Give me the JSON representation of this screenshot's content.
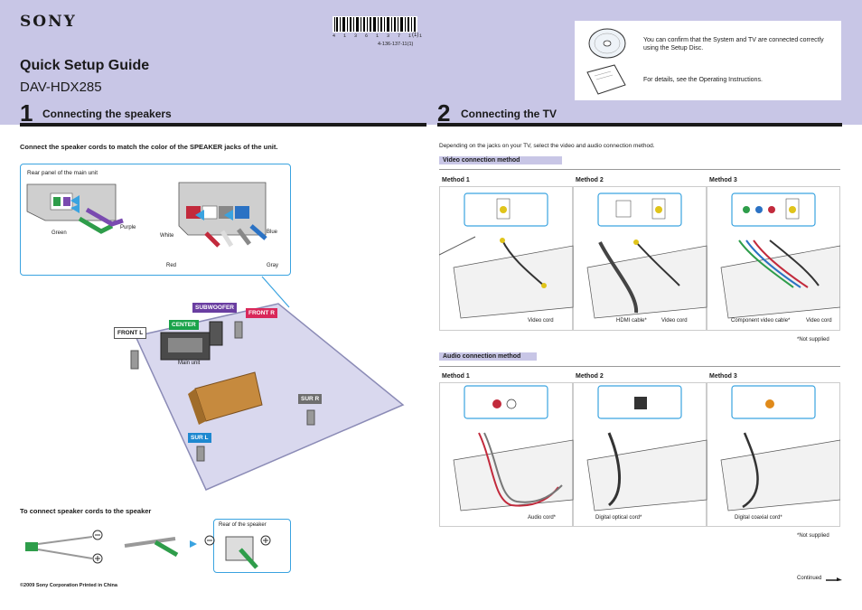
{
  "header": {
    "logo": "SONY",
    "title": "Quick Setup Guide",
    "model": "DAV-HDX285",
    "barcode_digits": "4 1 3 6 1 3 7 1 1",
    "barcode_suffix": "(1)",
    "part_number": "4-136-137-11(1)"
  },
  "info": {
    "disc_text": "You can confirm that the System and TV are connected correctly using the Setup Disc.",
    "manual_text": "For details, see the Operating Instructions."
  },
  "section1": {
    "number": "1",
    "title": "Connecting the speakers",
    "instruction": "Connect the speaker cords to match the color of the SPEAKER jacks of the unit.",
    "panel_label": "Rear panel of the main unit",
    "colors": {
      "green": "Green",
      "purple": "Purple",
      "white": "White",
      "red": "Red",
      "blue": "Blue",
      "gray": "Gray"
    },
    "speakers": {
      "subwoofer": "SUBWOOFER",
      "front_r": "FRONT R",
      "center": "CENTER",
      "front_l": "FRONT L",
      "main_unit": "Main unit",
      "sur_r": "SUR R",
      "sur_l": "SUR L"
    },
    "cords_title": "To connect speaker cords to the speaker",
    "rear_speaker": "Rear of the speaker"
  },
  "section2": {
    "number": "2",
    "title": "Connecting the TV",
    "intro": "Depending on the jacks on your TV, select the video and audio connection method.",
    "video_head": "Video connection method",
    "audio_head": "Audio connection method",
    "methods": [
      "Method 1",
      "Method 2",
      "Method 3"
    ],
    "video_cords": [
      "Video cord",
      "HDMI cable*",
      "Video cord",
      "Component video cable*",
      "Video cord"
    ],
    "audio_cords": [
      "Audio cord*",
      "Digital optical cord*",
      "Digital coaxial cord*"
    ],
    "not_supplied": "*Not supplied"
  },
  "footer": {
    "copyright": "©2009 Sony Corporation   Printed in China",
    "continued": "Continued"
  },
  "colors": {
    "band": "#c8c6e6",
    "accent": "#3aa3e0",
    "center": "#1aa34a",
    "subwoofer": "#6a3ea1",
    "front_r": "#d9285a",
    "gray_tag": "#6e6e6e",
    "sur_l": "#1e88d0"
  }
}
